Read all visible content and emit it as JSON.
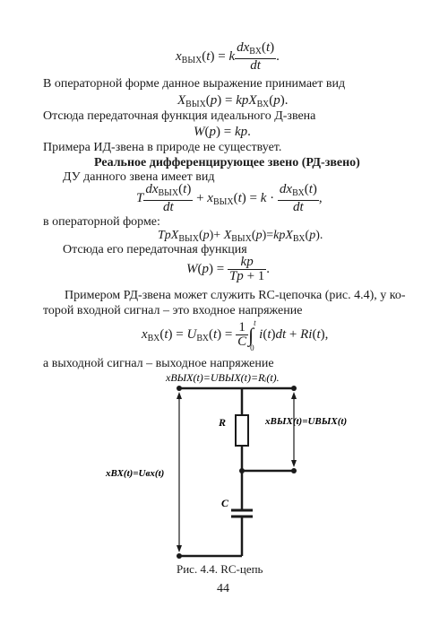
{
  "doc": {
    "text_operator_intro": "В операторной форме данное выражение принимает вид",
    "text_transfer_intro": "Отсюда  передаточная функция идеального Д-звена",
    "text_no_examples": "Примера ИД-звена в природе не существует.",
    "heading_rd": "Реальное дифференцирующее звено (РД-звено)",
    "text_du": "ДУ данного звена имеет вид",
    "text_operator_form": "в операторной форме:",
    "text_transfer_rd": "Отсюда его передаточная функция",
    "para_rc_line1": "Примером РД-звена может служить RC-цепочка (рис. 4.4), у ко-",
    "para_rc_line2": "торой входной сигнал – это входное напряжение",
    "text_output_signal": "а выходной сигнал – выходное напряжение",
    "caption": "Рис. 4.4. RC-цепь",
    "page_number": "44"
  },
  "figure": {
    "top_label": "xВЫХ(t)=UВЫХ(t)=Rᵢ(t).",
    "label_R": "R",
    "label_C": "C",
    "label_out": "xВЫХ(t)=UВЫХ(t)",
    "label_in": "xВХ(t)=Uвх(t)"
  }
}
